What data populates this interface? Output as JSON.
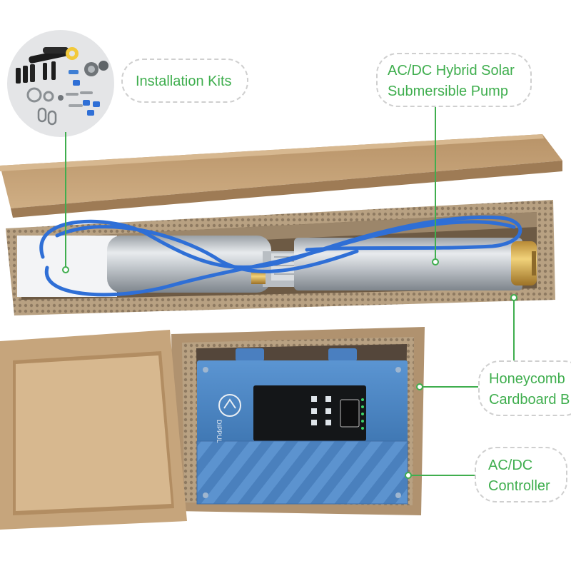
{
  "labels": {
    "installation_kits": "Installation Kits",
    "pump_line1": "AC/DC Hybrid Solar",
    "pump_line2": "Submersible Pump",
    "box_line1": "Honeycomb",
    "box_line2": "Cardboard B",
    "controller_line1": "AC/DC",
    "controller_line2": "Controller"
  },
  "brand": {
    "controller_brand_text": "DIPPUL"
  },
  "colors": {
    "callout_text": "#3fae4e",
    "leader_line": "#3fae4e",
    "callout_border": "#cfcfcf",
    "cardboard": "#c9a77c",
    "controller_blue": "#4a86c5",
    "cable_blue": "#2f6fd6",
    "pump_steel": "#c8cdd2"
  }
}
